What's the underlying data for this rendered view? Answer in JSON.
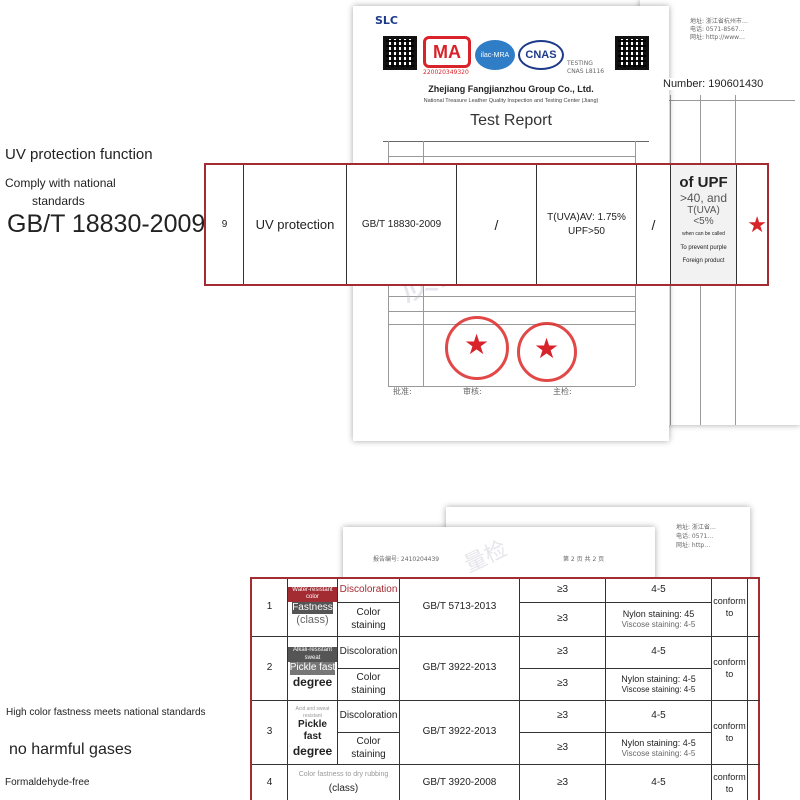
{
  "left": {
    "uv_heading": "UV protection function",
    "comply_line1": "Comply with national",
    "comply_line2": "standards",
    "standard_code": "GB/T 18830-2009",
    "color_fastness_heading": "High color fastness meets national standards",
    "no_gases": "no harmful gases",
    "formaldehyde": "Formaldehyde-free"
  },
  "report": {
    "company": "Zhejiang Fangjianzhou Group Co., Ltd.",
    "center": "National Treasure Leather Quality Inspection and Testing Center (Jiang)",
    "title": "Test Report",
    "report_number": "Number: 190601430",
    "cma_code": "220020349320",
    "cnas_label": "CNAS",
    "testing_label": "TESTING",
    "cnas_no": "CNAS L8116",
    "slc": "SLC",
    "ilac": "ilac-MRA",
    "cma": "MA"
  },
  "uv_row": {
    "no": "9",
    "item": "UV protection",
    "standard": "GB/T 18830-2009",
    "slash1": "/",
    "result_line1": "T(UVA)AV:  1.75%",
    "result_line2": "UPF>50",
    "slash2": "/",
    "side_line1": "of UPF",
    "side_line2": ">40, and",
    "side_line3": "T(UVA)",
    "side_line4": "<5%",
    "side_line5": "when can be called",
    "side_line6": "To prevent purple",
    "side_line7": "Foreign product"
  },
  "fastness_table": {
    "rows": [
      {
        "no": "1",
        "name_small": "Water-resistant color",
        "name_main": "Fastness",
        "name_sub": "(class)",
        "sub1": "Discoloration",
        "sub2": "Color staining",
        "standard": "GB/T 5713-2013",
        "req1": "≥3",
        "req2": "≥3",
        "res1": "4-5",
        "res2a": "Nylon staining: 45",
        "res2b": "Viscose staining: 4-5",
        "verdict": "conform to"
      },
      {
        "no": "2",
        "name_small": "Alkali-resistant sweat",
        "name_main": "Pickle fast",
        "name_sub": "degree",
        "sub1": "Discoloration",
        "sub2": "Color staining",
        "standard": "GB/T 3922-2013",
        "req1": "≥3",
        "req2": "≥3",
        "res1": "4-5",
        "res2a": "Nylon staining: 4-5",
        "res2b": "Viscose staining: 4-5",
        "verdict": "conform to"
      },
      {
        "no": "3",
        "name_small": "Acid and sweat resistant",
        "name_main": "Pickle fast",
        "name_sub": "degree",
        "sub1": "Discoloration",
        "sub2": "Color staining",
        "standard": "GB/T 3922-2013",
        "req1": "≥3",
        "req2": "≥3",
        "res1": "4-5",
        "res2a": "Nylon staining: 4-5",
        "res2b": "Viscose staining: 4-5",
        "verdict": "conform to"
      },
      {
        "no": "4",
        "name_small": "Color fastness to dry rubbing",
        "name_main": "(class)",
        "standard": "GB/T 3920-2008",
        "req1": "≥3",
        "res1": "4-5",
        "verdict": "conform to"
      }
    ]
  }
}
